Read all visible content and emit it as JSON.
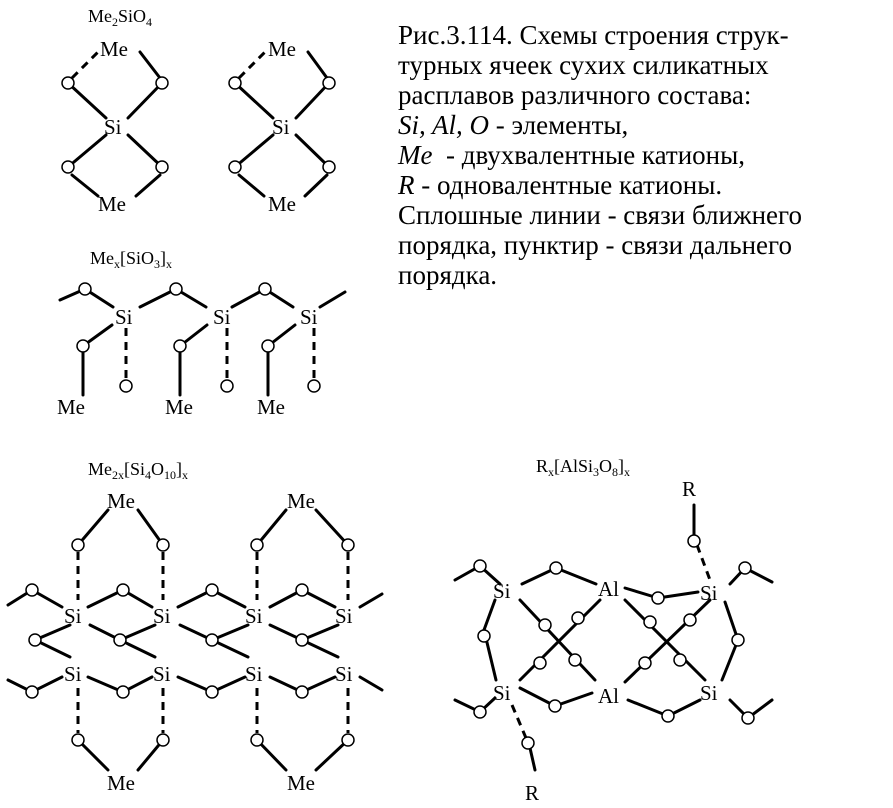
{
  "caption": {
    "line1": "Рис.3.114. Схемы строения струк-",
    "line2": "турных ячеек сухих силикатных",
    "line3": "расплавов различного состава:",
    "elements_symbols": "Si, Al, O",
    "elements_text": " - элементы,",
    "me_symbol": "Me",
    "me_text": "  - двухвалентные катионы,",
    "r_symbol": "R",
    "r_text": " - одновалентные катионы.",
    "line7": "Сплошные линии - связи ближнего",
    "line8": "порядка, пунктир - связи дальнего",
    "line9": "порядка."
  },
  "labels": {
    "si": "Si",
    "al": "Al",
    "me": "Me",
    "r": "R"
  },
  "formulas": {
    "f1": {
      "a": "Me",
      "b": "2",
      "c": "SiO",
      "d": "4"
    },
    "f2": {
      "a": "Me",
      "b": "x",
      "c": "[SiO",
      "d": "3",
      "e": "]",
      "f": "x"
    },
    "f3": {
      "a": "Me",
      "b": "2x",
      "c": "[Si",
      "d": "4",
      "e": "O",
      "f": "10",
      "g": "]",
      "h": "x"
    },
    "f4": {
      "a": "R",
      "b": "x",
      "c": "[AlSi",
      "d": "3",
      "e": "O",
      "f": "8",
      "g": "]",
      "h": "x"
    }
  }
}
